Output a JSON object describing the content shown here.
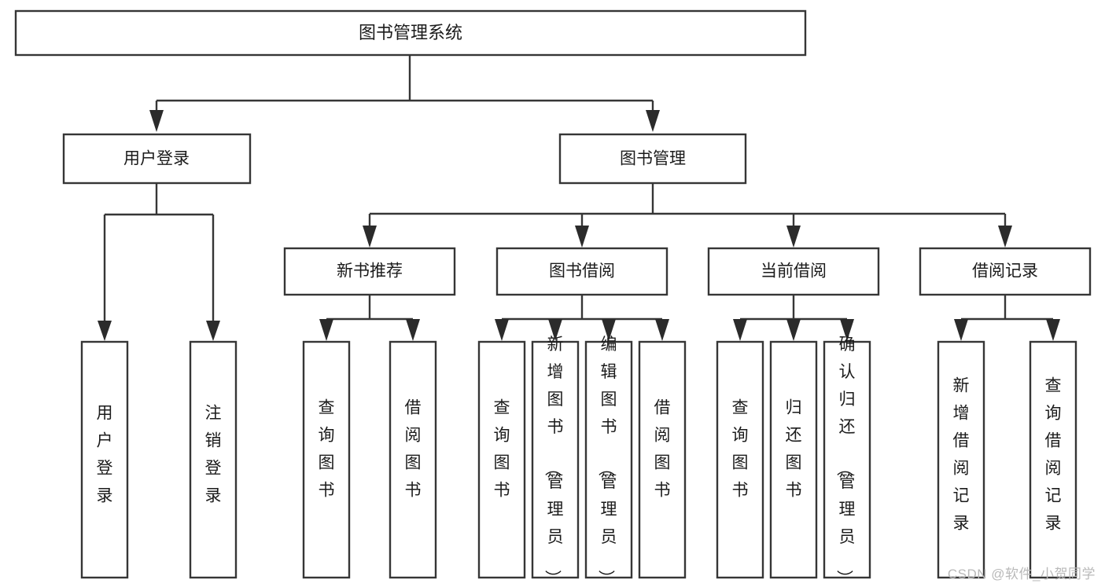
{
  "diagram": {
    "title": "图书管理系统",
    "watermark": "CSDN @软件_小贺同学",
    "colors": {
      "stroke": "#363636",
      "fill": "#ffffff",
      "text": "#1b1b1b",
      "watermark": "#b9b9b9"
    },
    "root": {
      "label": "图书管理系统"
    },
    "level2": [
      {
        "label": "用户登录"
      },
      {
        "label": "图书管理"
      }
    ],
    "level3": [
      {
        "label": "新书推荐"
      },
      {
        "label": "图书借阅"
      },
      {
        "label": "当前借阅"
      },
      {
        "label": "借阅记录"
      }
    ],
    "leaves": {
      "user_login": [
        {
          "label": "用户登录"
        },
        {
          "label": "注销登录"
        }
      ],
      "new_book": [
        {
          "label": "查询图书"
        },
        {
          "label": "借阅图书"
        }
      ],
      "book_borrow": [
        {
          "label": "查询图书"
        },
        {
          "label": "新增图书（管理员）"
        },
        {
          "label": "编辑图书（管理员）"
        },
        {
          "label": "借阅图书"
        }
      ],
      "current_borrow": [
        {
          "label": "查询图书"
        },
        {
          "label": "归还图书"
        },
        {
          "label": "确认归还（管理员）"
        }
      ],
      "borrow_record": [
        {
          "label": "新增借阅记录"
        },
        {
          "label": "查询借阅记录"
        }
      ]
    }
  }
}
